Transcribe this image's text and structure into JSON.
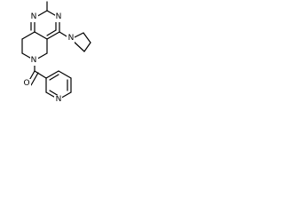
{
  "molecule": {
    "atom_labels": {
      "n_pyrimidine_top": "N",
      "n_pyrimidine_bottom": "N",
      "n_pyrrolidine": "N",
      "n_piperidine": "N",
      "o_carbonyl": "O",
      "n_pyridine": "N"
    }
  }
}
